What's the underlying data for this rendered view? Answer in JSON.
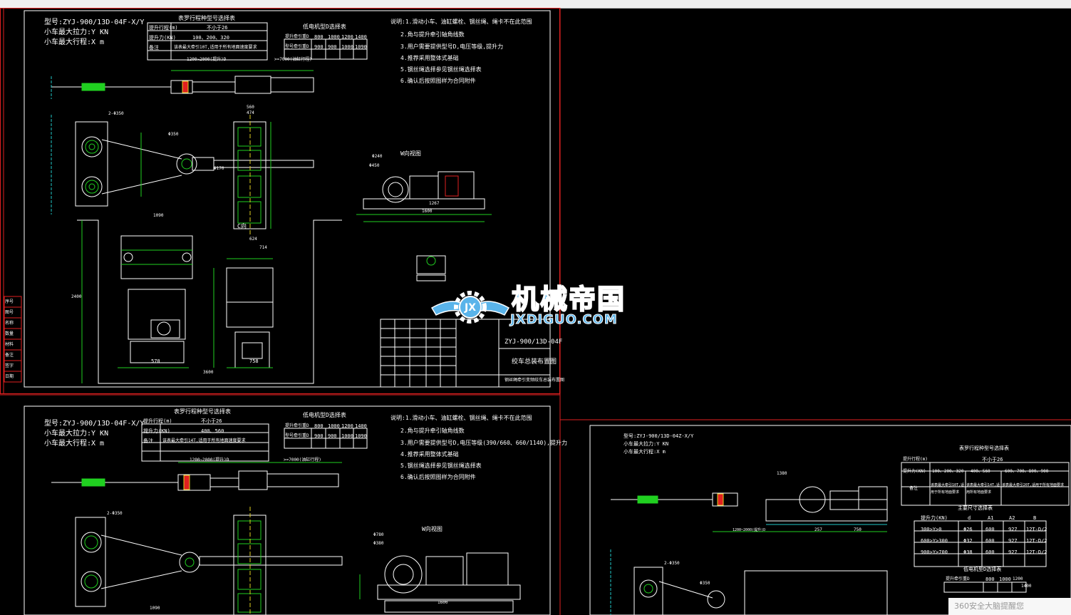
{
  "colors": {
    "border_red": "#e02020",
    "frame_white": "#ffffff",
    "dim_green": "#20d020",
    "dim_yellow": "#e0d020",
    "dim_cyan": "#20c8c8",
    "accent": "#5ab4ea"
  },
  "sheet1": {
    "model": "型号:ZYJ-900/13D-04F-X/Y",
    "max_pull": "小车最大拉力:Y KN",
    "max_travel": "小车最大行程:X m",
    "spec_table_title": "表罗行程种型号选择表",
    "spec_rows": [
      {
        "k": "提升行程(m)",
        "v": "不小于26"
      },
      {
        "k": "提升力(KN)",
        "v": "100、200、320"
      },
      {
        "k": "备注",
        "v": "该表最大牵引10T,适用于所有地面速度要求"
      }
    ],
    "motor_title": "低电机型D选择表",
    "motor_rows": [
      {
        "k": "提升牵引重D",
        "v": [
          "800",
          "1000",
          "1200",
          "1400"
        ]
      },
      {
        "k": "型号牵引重D",
        "v": [
          "900",
          "900",
          "1000",
          "1090"
        ]
      }
    ],
    "notes": [
      "说明:1.滑动小车、油缸螺栓、钢丝绳、绳卡不在此范围",
      "2.角与提升牵引轴角线数",
      "3.用户需要提供型号D,电压等级,提升力",
      "4.推荐采用整体式基础",
      "5.钢丝绳选择参见钢丝绳选择表",
      "6.确认后按照图样为合同附件"
    ],
    "dims": {
      "d1": "1200~2000(提升)D",
      "d2": ">=7000(油缸行程)",
      "d3": "560",
      "d4": "474",
      "d5": "2-Φ350",
      "d6": "Φ350",
      "d7": "Φ170",
      "d8": "W向视图",
      "d9": "Φ240",
      "d10": "Φ450",
      "d11": "1267",
      "d12": "1600",
      "d13": "C向",
      "d14": "1090",
      "d15": "624",
      "d16": "714",
      "d17": "570",
      "d18": "758",
      "d19": "3600",
      "d20": "2400"
    },
    "title_block": {
      "code": "ZYJ-900/13D-04F",
      "name": "绞车总装布置图",
      "desc": "钢丝绳牵引变频绞车总装布置图"
    }
  },
  "sheet2": {
    "model": "型号:ZYJ-900/13D-04F-X/Y",
    "max_pull": "小车最大拉力:Y KN",
    "max_travel": "小车最大行程:X m",
    "spec_table_title": "表罗行程种型号选择表",
    "spec_rows": [
      {
        "k": "提升行程(m)",
        "v": "不小于26"
      },
      {
        "k": "提升力(KN)",
        "v": "400、560"
      },
      {
        "k": "备注",
        "v": "该表最大牵引14T,适用于所有地面速度要求"
      }
    ],
    "motor_title": "低电机型D选择表",
    "motor_rows": [
      {
        "k": "提升牵引重D",
        "v": [
          "800",
          "1000",
          "1200",
          "1400"
        ]
      },
      {
        "k": "型号牵引重D",
        "v": [
          "900",
          "900",
          "1000",
          "1090"
        ]
      }
    ],
    "notes": [
      "说明:1.滑动小车、油缸螺栓、钢丝绳、绳卡不在此范围",
      "2.角与提升牵引轴角线数",
      "3.用户需要提供型号D,电压等级(390/660、660/1140),提升力",
      "4.推荐采用整体式基础",
      "5.钢丝绳选择参见钢丝绳选择表",
      "6.确认后按照图样为合同附件"
    ],
    "dims": {
      "d1": "1200~2000(提升)D",
      "d2": ">=7000(油缸行程)",
      "d5": "2-Φ350",
      "d8": "W向视图",
      "d9": "Φ780",
      "d10": "Φ380",
      "d14": "1090",
      "d12": "1600"
    }
  },
  "sheet3": {
    "model": "型号:ZYJ-900/13D-04Z-X/Y",
    "max_pull": "小车最大拉力:Y KN",
    "max_travel": "小车最大行程:X m",
    "spec_table_title": "表罗行程种型号选择表",
    "spec_head": [
      "提升行程(m)",
      "不小于26"
    ],
    "spec_row": [
      "提升力(KN)",
      "100、200、320",
      "400、560",
      "600、700、800、900"
    ],
    "spec_note": [
      "备注",
      "该表最大牵引10T,适用于所有地面要求",
      "该表最大牵引14T,适用所有地面要求",
      "该表最大牵引20T,适用于所有地面要求"
    ],
    "size_title": "主要尺寸选择表",
    "size_head": [
      "提升力(KN)",
      "d",
      "A1",
      "A2",
      "B"
    ],
    "size_rows": [
      [
        "300>Y>0",
        "Φ26",
        "600",
        "927",
        "12T-D/2"
      ],
      [
        "600>Y>300",
        "Φ32",
        "600",
        "927",
        "12T-D/2"
      ],
      [
        "900>Y>700",
        "Φ38",
        "600",
        "927",
        "12T-D/2"
      ]
    ],
    "motor_title": "低电机型D选择表",
    "motor_row": [
      "提升牵引重D",
      "800",
      "1000",
      "1200",
      "1400"
    ],
    "dims": {
      "d1": "1200~2000(提升)D",
      "d2": "2-Φ350",
      "d3": "Φ350",
      "d4": "750",
      "d5": "257",
      "d6": "1380"
    }
  },
  "watermark": {
    "title": "机械帝国",
    "subtitle": "JXDIGUO.COM"
  },
  "toast": "360安全大脑提醒您",
  "left_tabs": [
    "序号",
    "图号",
    "名称",
    "数量",
    "材料",
    "备注",
    "签字",
    "日期"
  ]
}
